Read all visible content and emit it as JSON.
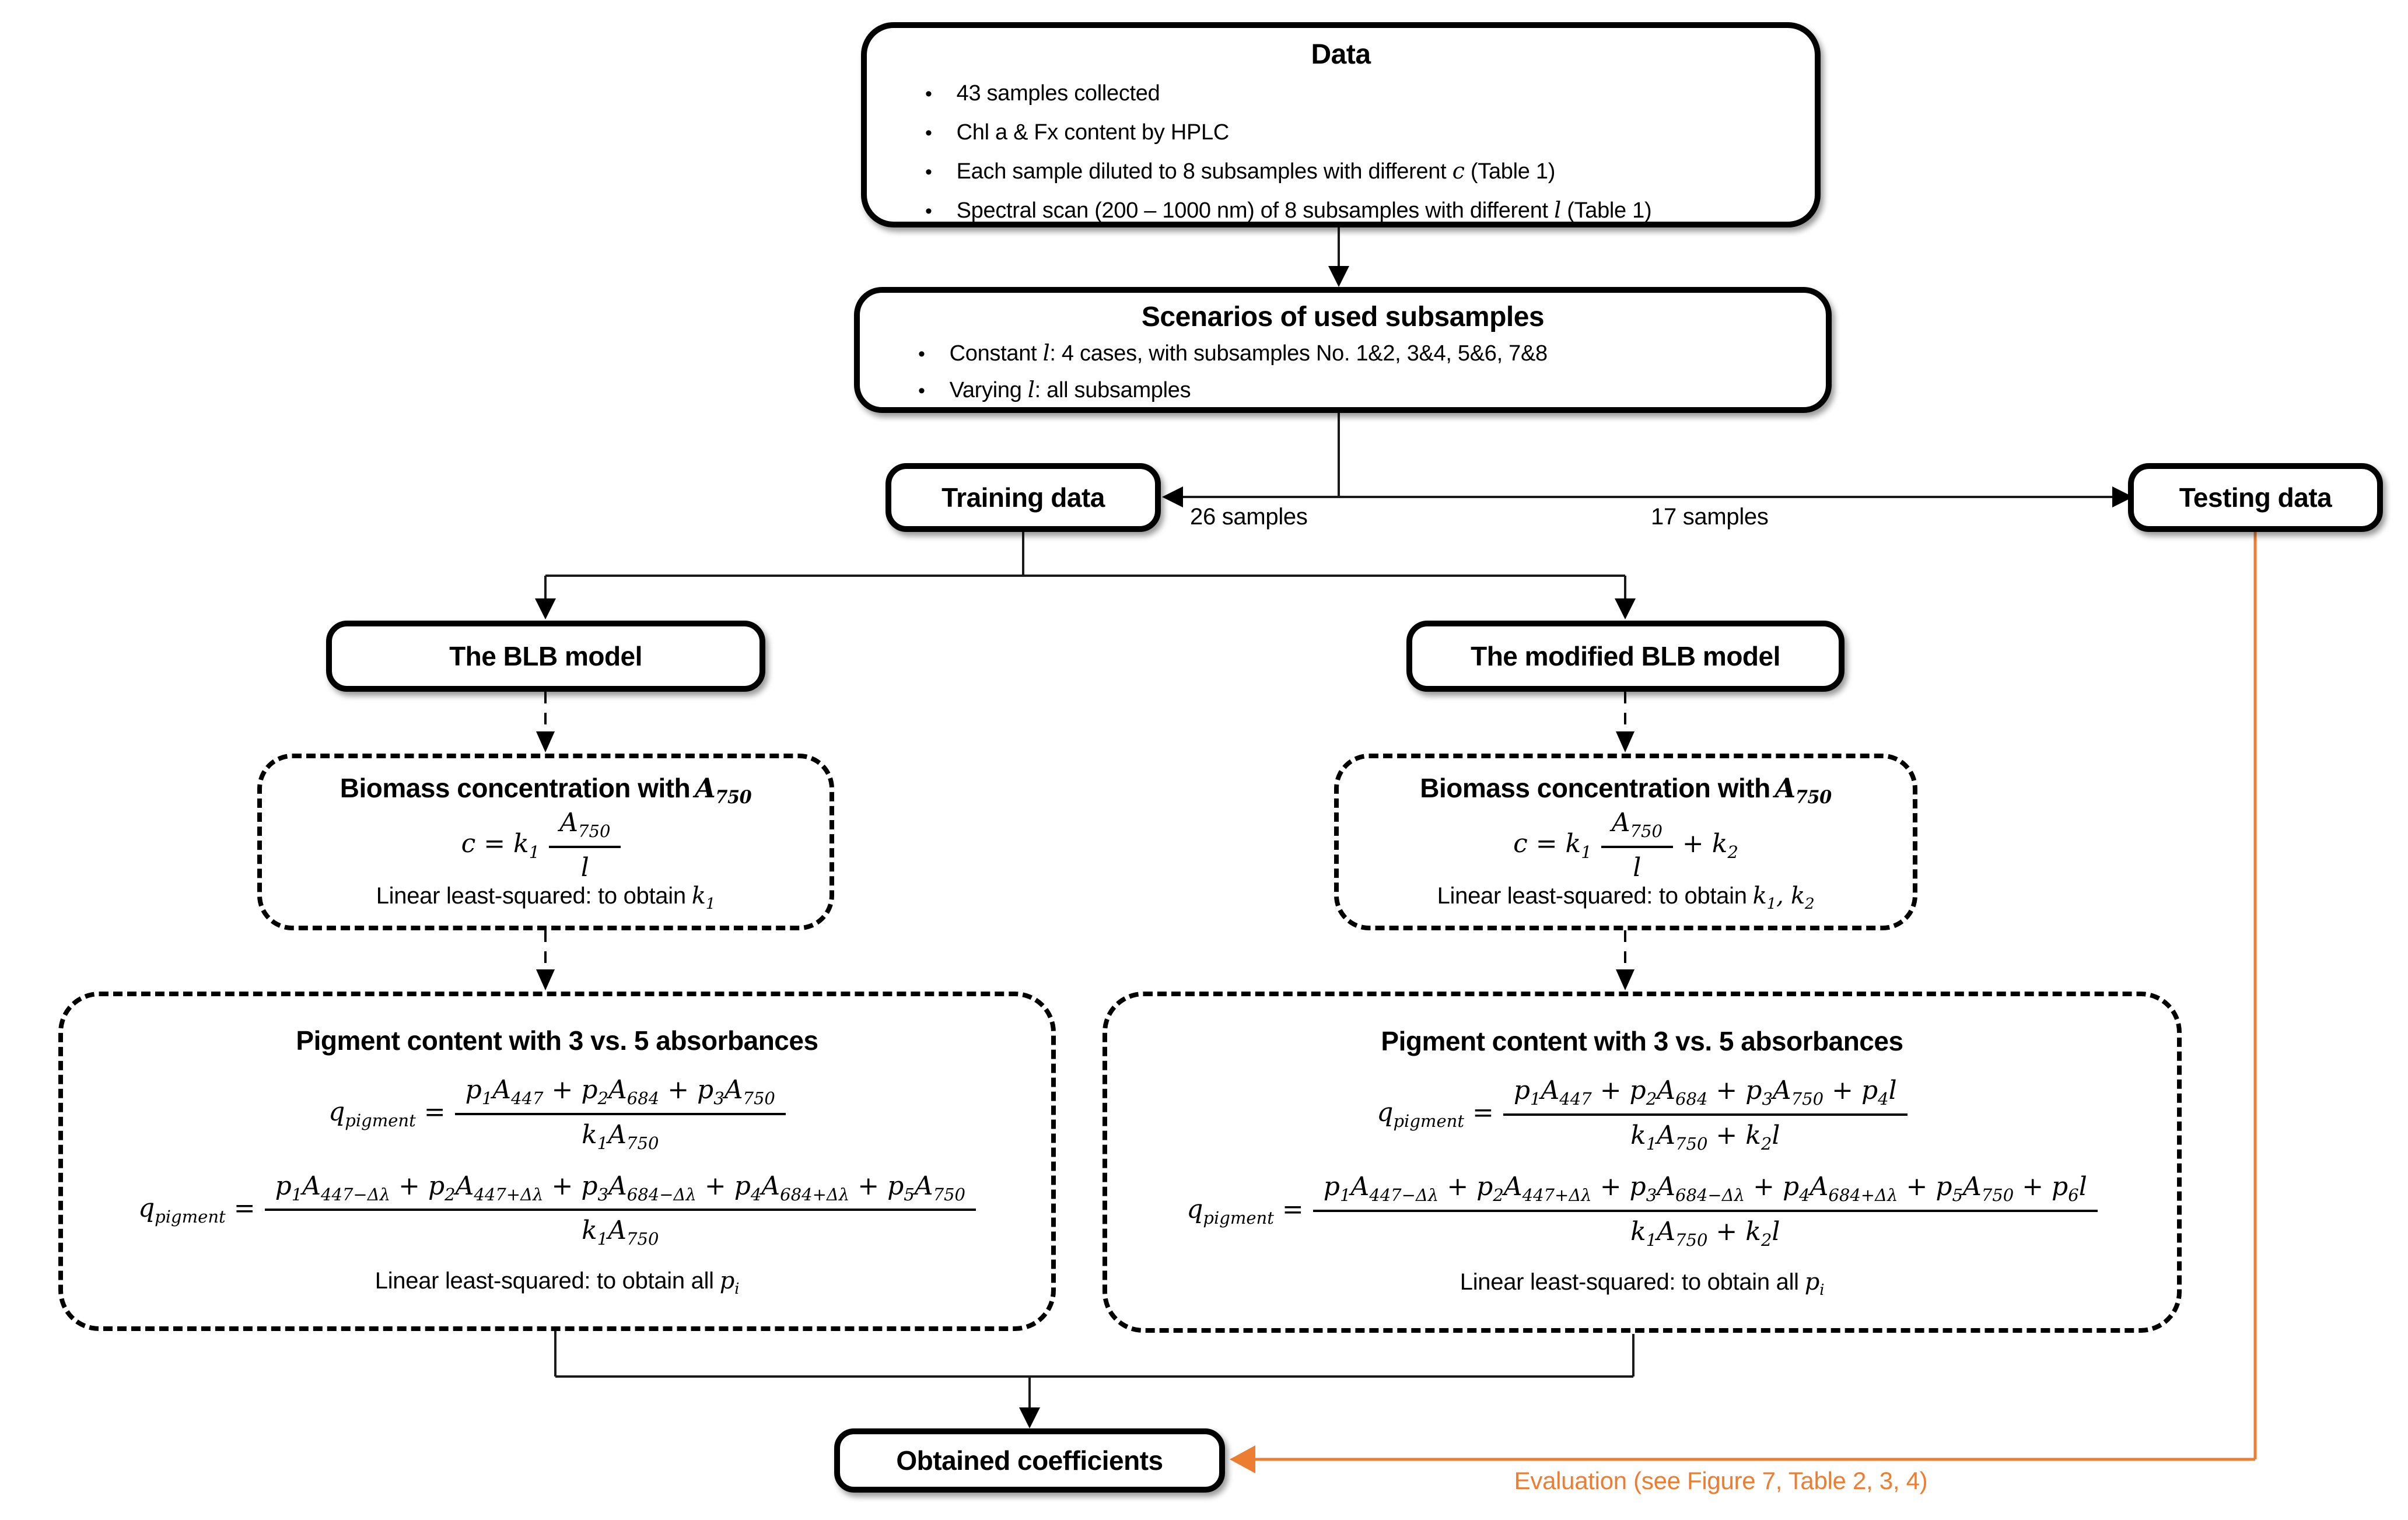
{
  "colors": {
    "accent_orange": "#ED7D31",
    "line_black": "#1a1a1a",
    "box_border": "#000000",
    "background": "#ffffff"
  },
  "nodes": {
    "data": {
      "title": "Data",
      "bullets": [
        {
          "pre": "43 samples collected",
          "math": "",
          "post": ""
        },
        {
          "pre": "Chl a & Fx content by HPLC",
          "math": "",
          "post": ""
        },
        {
          "pre": "Each sample diluted to 8 subsamples with different ",
          "math": "c",
          "post": " (Table 1)"
        },
        {
          "pre": "Spectral scan (200 – 1000 nm) of 8 subsamples with different ",
          "math": "l",
          "post": " (Table 1)"
        }
      ]
    },
    "scenarios": {
      "title": "Scenarios of used subsamples",
      "bullets": [
        {
          "pre": "Constant ",
          "math": "l",
          "post": ": 4 cases, with subsamples No. 1&2, 3&4, 5&6, 7&8"
        },
        {
          "pre": "Varying ",
          "math": "l",
          "post": ": all subsamples"
        }
      ]
    },
    "training": {
      "label": "Training data"
    },
    "testing": {
      "label": "Testing data"
    },
    "blb": {
      "label": "The BLB model"
    },
    "modified_blb": {
      "label": "The modified BLB model"
    },
    "biomass_blb": {
      "title_pre": "Biomass concentration with ",
      "title_math": "A_(750)",
      "equation": {
        "lhs": "c = k_1",
        "num": "A_(750)",
        "den": "l",
        "tail": ""
      },
      "note_pre": "Linear least-squared: to obtain ",
      "note_math": "k_1"
    },
    "biomass_modified": {
      "title_pre": "Biomass concentration with ",
      "title_math": "A_(750)",
      "equation": {
        "lhs": "c = k_1",
        "num": "A_(750)",
        "den": "l",
        "tail": "+ k_2"
      },
      "note_pre": "Linear least-squared: to obtain ",
      "note_math": "k_1, k_2"
    },
    "pigment_blb": {
      "title": "Pigment content with 3 vs. 5 absorbances",
      "eq3": {
        "lhs": "q_(pigment) =",
        "num": "p_1A_(447) + p_2A_(684) + p_3A_(750)",
        "den": "k_1A_(750)"
      },
      "eq5": {
        "lhs": "q_(pigment) =",
        "num": "p_1A_(447−Δλ) + p_2A_(447+Δλ) + p_3A_(684−Δλ) + p_4A_(684+Δλ) + p_5A_(750)",
        "den": "k_1A_(750)"
      },
      "note_pre": "Linear least-squared: to obtain all ",
      "note_math": "p_i"
    },
    "pigment_modified": {
      "title": "Pigment content with 3 vs. 5 absorbances",
      "eq3": {
        "lhs": "q_(pigment) =",
        "num": "p_1A_(447) + p_2A_(684) + p_3A_(750) + p_4l",
        "den": "k_1A_(750) + k_2l"
      },
      "eq5": {
        "lhs": "q_(pigment) =",
        "num": "p_1A_(447−Δλ) + p_2A_(447+Δλ) + p_3A_(684−Δλ) + p_4A_(684+Δλ) + p_5A_(750) + p_6l",
        "den": "k_1A_(750) + k_2l"
      },
      "note_pre": "Linear least-squared: to obtain all ",
      "note_math": "p_i"
    },
    "obtained": {
      "label": "Obtained coefficients"
    }
  },
  "edges": {
    "training_samples": "26 samples",
    "testing_samples": "17 samples",
    "evaluation": "Evaluation (see Figure 7, Table 2, 3, 4)"
  }
}
